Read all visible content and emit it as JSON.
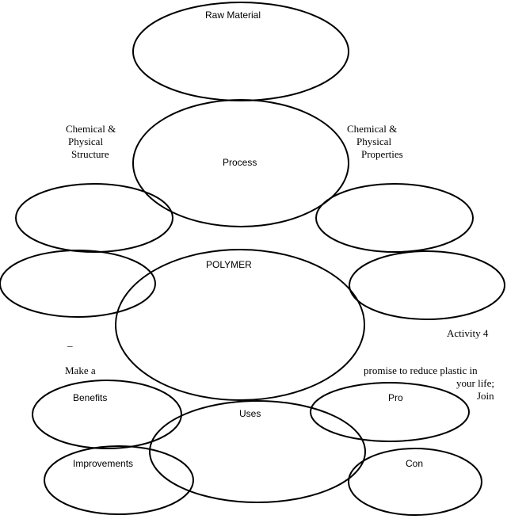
{
  "diagram": {
    "nodes": {
      "raw_material": "Raw Material",
      "process": "Process",
      "polymer": "POLYMER",
      "uses": "Uses",
      "benefits": "Benefits",
      "improvements": "Improvements",
      "pro": "Pro",
      "con": "Con"
    },
    "side_labels": {
      "chem_structure": [
        "Chemical &",
        "Physical",
        "Structure"
      ],
      "chem_properties": [
        "Chemical &",
        "Physical",
        "Properties"
      ]
    },
    "notes": {
      "activity": "Activity 4",
      "dash": "_",
      "make_a": "Make a",
      "promise": "promise to reduce plastic in",
      "your_life": "your life;",
      "join": "Join"
    }
  }
}
